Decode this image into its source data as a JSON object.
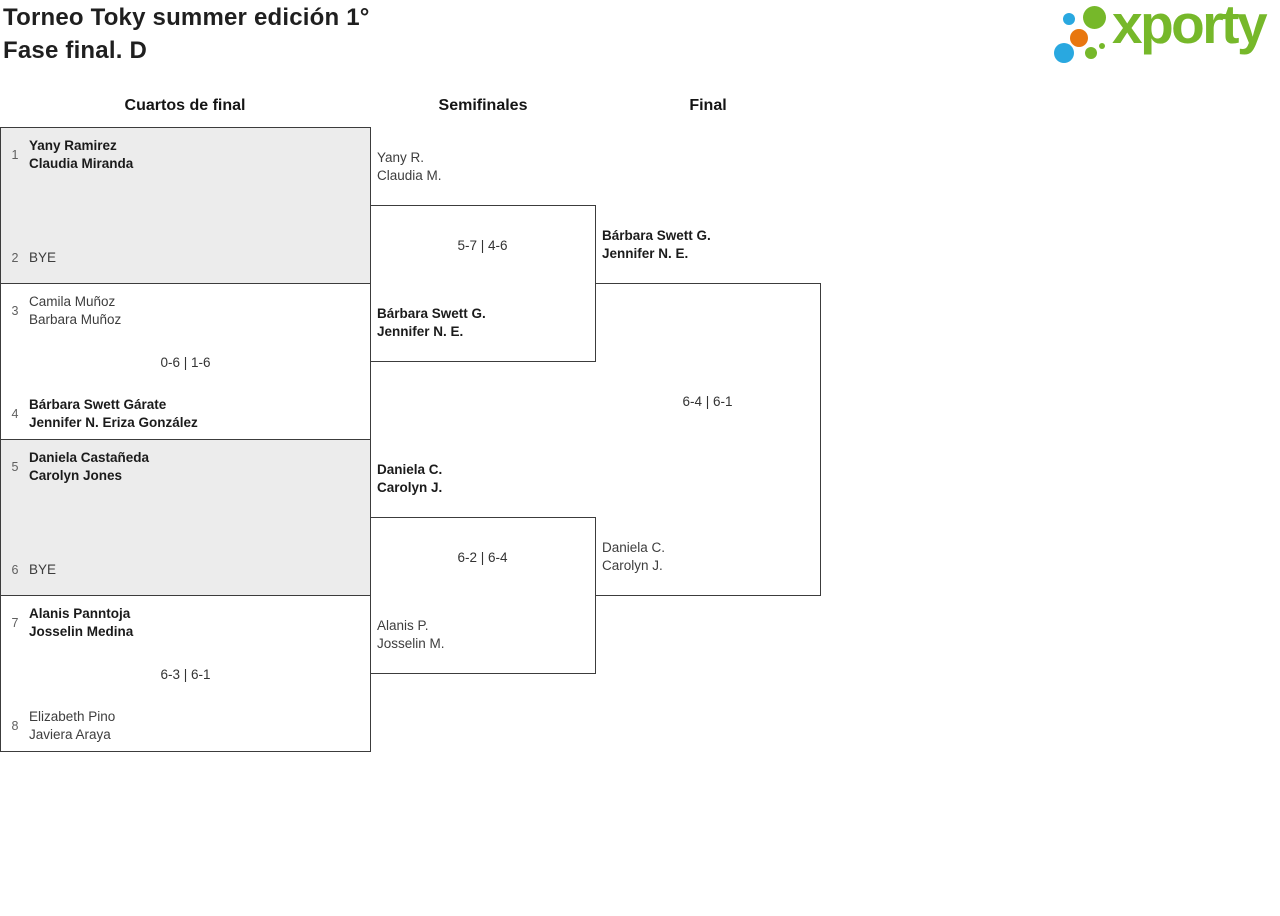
{
  "page": {
    "title_line1": "Torneo Toky summer edición 1°",
    "title_line2": "Fase final. D"
  },
  "logo": {
    "text": "xporty",
    "colors": {
      "green": "#76b82a",
      "blue": "#29a8e0",
      "orange": "#e8770f"
    }
  },
  "colors": {
    "match_border": "#3c3c3c",
    "match_shaded_bg": "#ececec",
    "name_winner": "#1b1b1b",
    "name_regular": "#3d3d3d",
    "seed_number": "#5f5f5f"
  },
  "columns": [
    {
      "label": "Cuartos de final"
    },
    {
      "label": "Semifinales"
    },
    {
      "label": "Final"
    }
  ],
  "bracket": {
    "quarterfinals": [
      {
        "seed_top": "1",
        "top_line1": "Yany Ramirez",
        "top_line2": "Claudia Miranda",
        "seed_bottom": "2",
        "bottom_line1": "BYE",
        "bottom_line2": "",
        "score": "",
        "winner": "top",
        "shaded": true
      },
      {
        "seed_top": "3",
        "top_line1": "Camila Muñoz",
        "top_line2": "Barbara Muñoz",
        "seed_bottom": "4",
        "bottom_line1": "Bárbara Swett Gárate",
        "bottom_line2": "Jennifer N. Eriza González",
        "score": "0-6 | 1-6",
        "winner": "bottom",
        "shaded": false
      },
      {
        "seed_top": "5",
        "top_line1": "Daniela Castañeda",
        "top_line2": "Carolyn Jones",
        "seed_bottom": "6",
        "bottom_line1": "BYE",
        "bottom_line2": "",
        "score": "",
        "winner": "top",
        "shaded": true
      },
      {
        "seed_top": "7",
        "top_line1": "Alanis Panntoja",
        "top_line2": "Josselin Medina",
        "seed_bottom": "8",
        "bottom_line1": "Elizabeth Pino",
        "bottom_line2": "Javiera Araya",
        "score": "6-3 | 6-1",
        "winner": "top",
        "shaded": false
      }
    ],
    "semifinals": [
      {
        "top_line1": "Yany R.",
        "top_line2": "Claudia M.",
        "bottom_line1": "Bárbara Swett G.",
        "bottom_line2": "Jennifer N. E.",
        "score": "5-7 | 4-6",
        "winner": "bottom"
      },
      {
        "top_line1": "Daniela C.",
        "top_line2": "Carolyn J.",
        "bottom_line1": "Alanis P.",
        "bottom_line2": "Josselin M.",
        "score": "6-2 | 6-4",
        "winner": "top"
      }
    ],
    "final": {
      "top_line1": "Bárbara Swett G.",
      "top_line2": "Jennifer N. E.",
      "bottom_line1": "Daniela C.",
      "bottom_line2": "Carolyn J.",
      "score": "6-4 | 6-1",
      "winner": "top"
    }
  }
}
